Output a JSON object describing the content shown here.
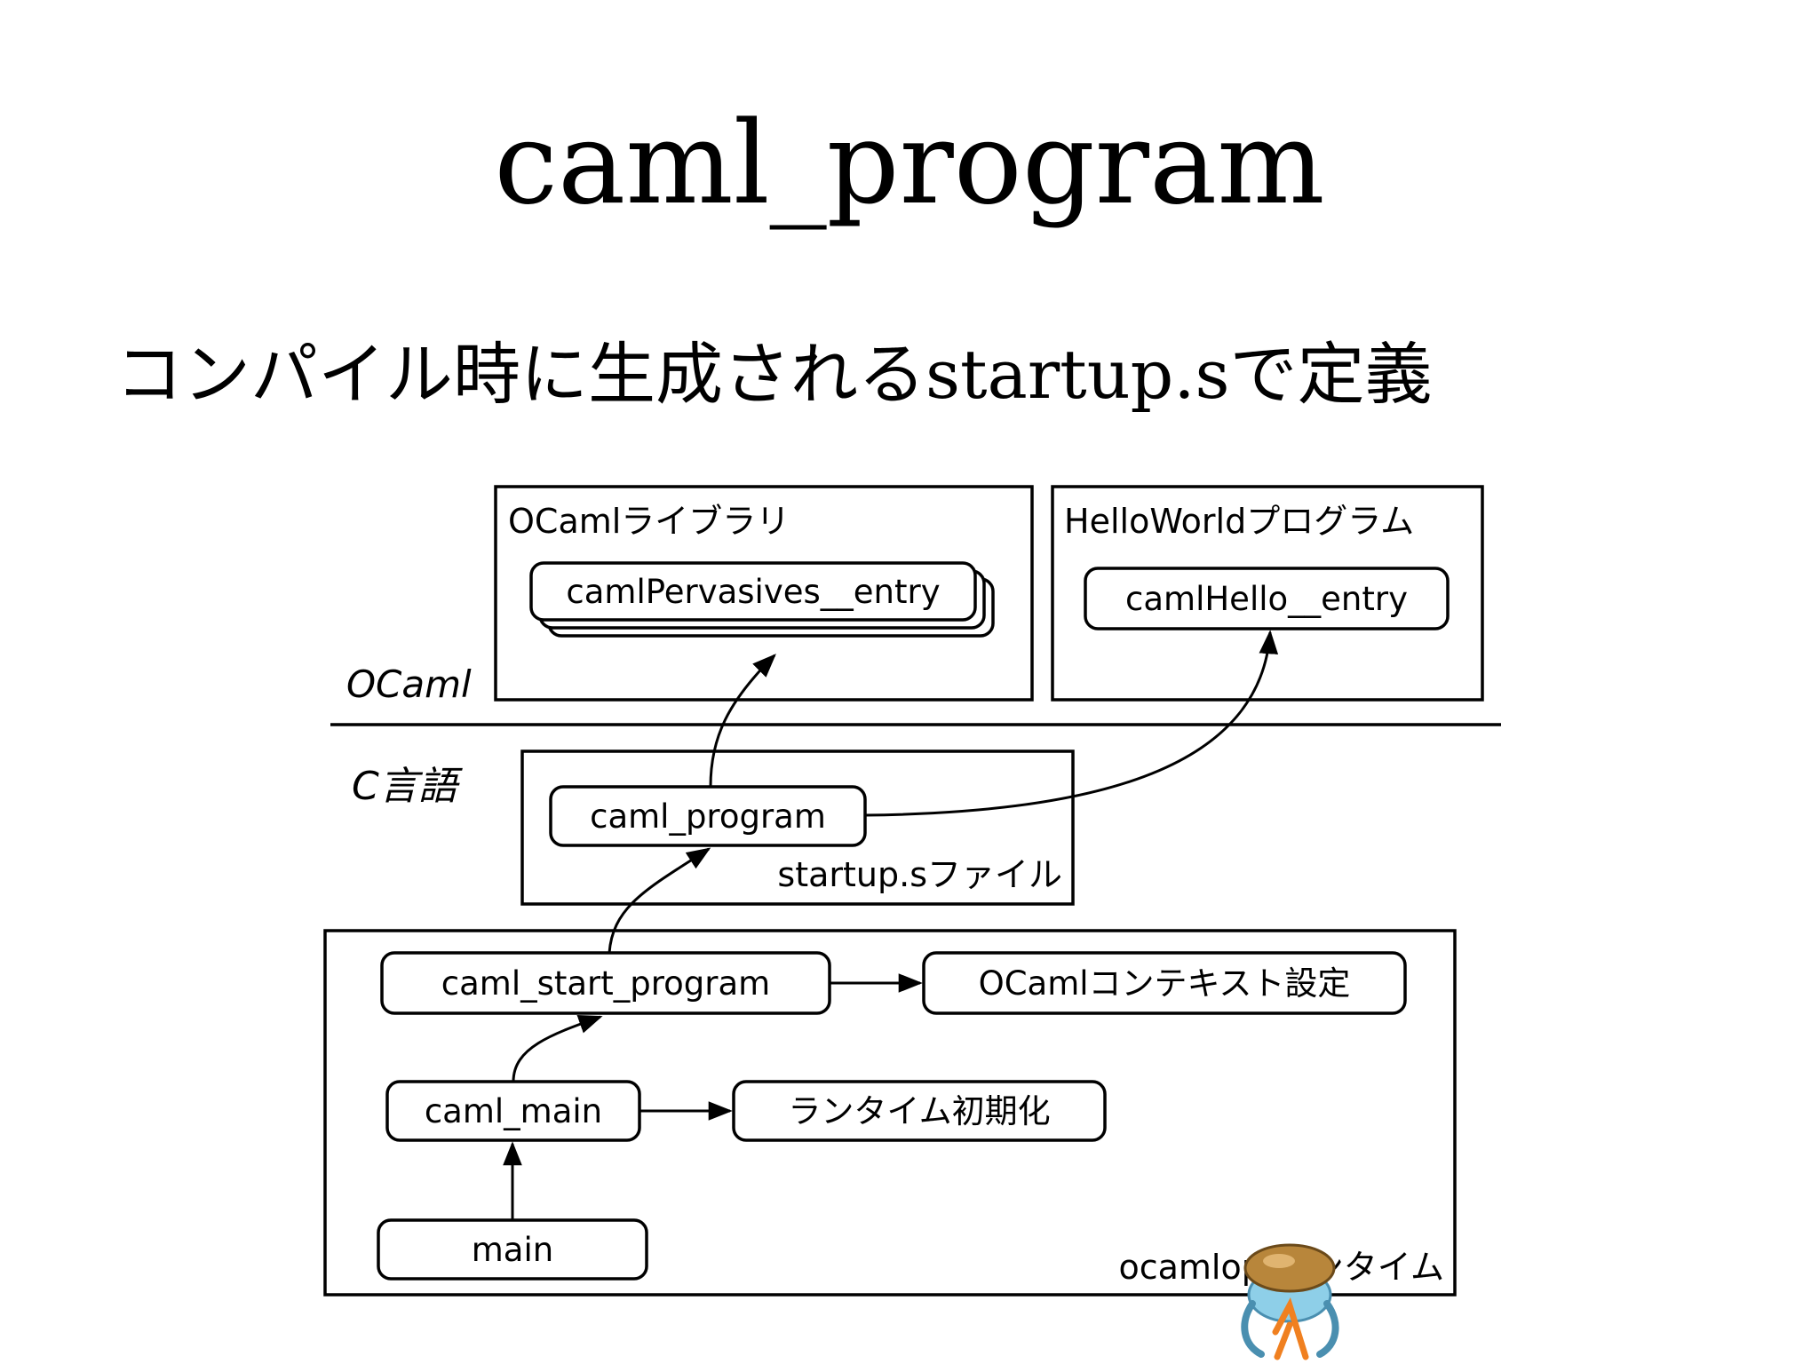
{
  "slide": {
    "title": "caml_program",
    "subtitle": "コンパイル時に生成されるstartup.sで定義"
  },
  "diagram": {
    "layers": {
      "ocaml": "OCaml",
      "c": "C言語"
    },
    "groups": {
      "ocaml_library": "OCamlライブラリ",
      "hello_program": "HelloWorldプログラム",
      "startup_file": "startup.sファイル",
      "runtime": "ocamloptランタイム"
    },
    "nodes": {
      "pervasives_entry": "camlPervasives__entry",
      "hello_entry": "camlHello__entry",
      "caml_program": "caml_program",
      "caml_start_program": "caml_start_program",
      "context_setup": "OCamlコンテキスト設定",
      "caml_main": "caml_main",
      "runtime_init": "ランタイム初期化",
      "main": "main"
    }
  }
}
